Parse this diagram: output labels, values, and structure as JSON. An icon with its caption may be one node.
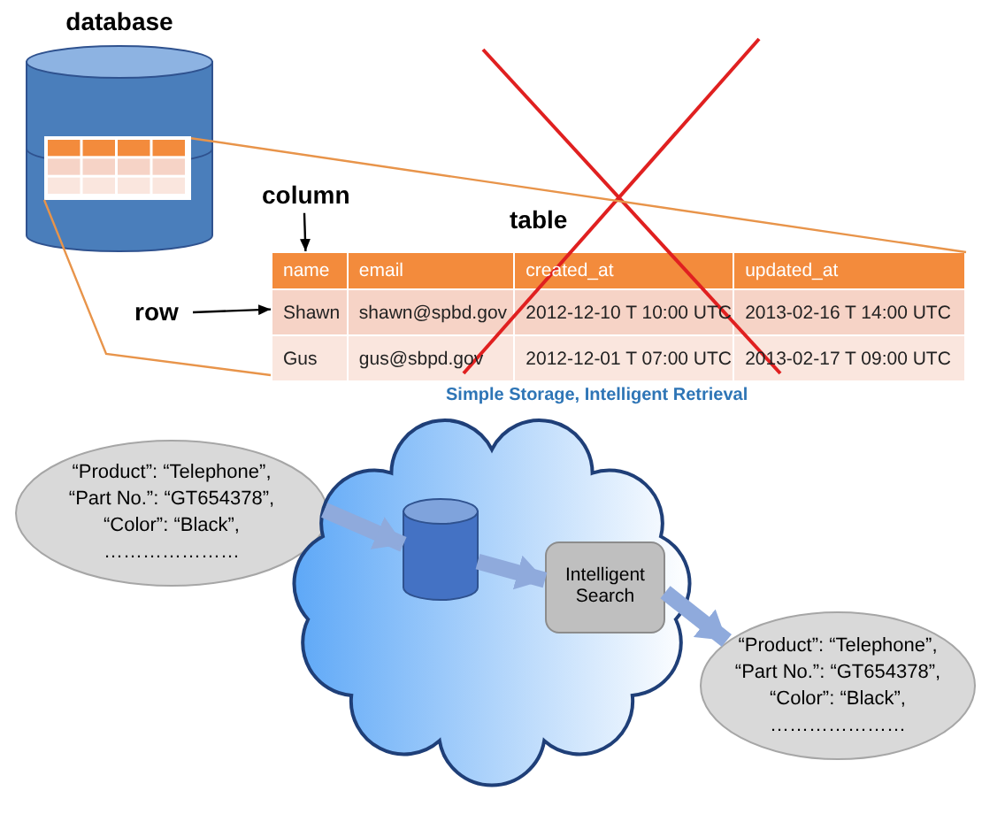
{
  "diagram": {
    "nodes": [
      {
        "text": [
          "database"
        ]
      },
      {
        "text": [],
        "shape": "box",
        "in": 0
      },
      {
        "text": [
          "column"
        ]
      },
      {
        "text": [
          "row"
        ]
      },
      {
        "text": [
          "table"
        ]
      },
      {
        "text": [
          "“Product”: “Telephone”, “Part No.”: “GT654378”, “Color”: “Black”, …………………"
        ]
      },
      {
        "text": [
          "Simple Storage, Intelligent Retrieval"
        ]
      },
      {
        "text": [],
        "shape": "cylinder",
        "in": 6
      },
      {
        "text": [
          "Intelligent Search"
        ],
        "in": 6
      },
      {
        "text": [
          "“Product”: “Telephone”, “Part No.”: “GT654378”, “Color”: “Black”, …………………"
        ]
      }
    ],
    "edges": [
      {
        "from": 1,
        "to": 4,
        "arrow": "none",
        "color": "#e8944a"
      },
      {
        "from": 1,
        "to": 4,
        "arrow": "none",
        "color": "#e8944a"
      },
      {
        "from": 2,
        "to": 4,
        "arrow": "to",
        "color": "#000000"
      },
      {
        "from": 3,
        "to": 4,
        "arrow": "to",
        "color": "#000000"
      },
      {
        "from": 5,
        "to": 7,
        "arrow": "to",
        "style": "thick",
        "color": "#8faadc"
      },
      {
        "from": 7,
        "to": 8,
        "arrow": "to",
        "style": "thick",
        "color": "#8faadc"
      },
      {
        "from": 8,
        "to": 9,
        "arrow": "to",
        "style": "thick",
        "color": "#8faadc"
      }
    ],
    "labels": [
      "name",
      "email",
      "created_at",
      "updated_at",
      "Shawn",
      "shawn@spbd.gov",
      "2012-12-10 T 10:00 UTC",
      "2013-02-16 T 14:00 UTC",
      "Gus",
      "gus@sbpd.gov",
      "2012-12-01 T 07:00 UTC",
      "2013-02-17 T 09:00 UTC"
    ]
  }
}
